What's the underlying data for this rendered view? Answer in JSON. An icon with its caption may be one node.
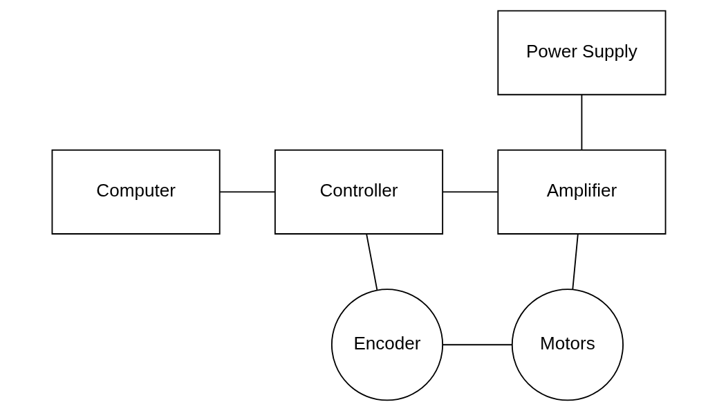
{
  "diagram": {
    "nodes": [
      {
        "text": [
          "Power Supply"
        ]
      },
      {
        "text": [
          "Computer"
        ]
      },
      {
        "text": [
          "Controller"
        ]
      },
      {
        "text": [
          "Amplifier"
        ]
      },
      {
        "text": [
          "Encoder"
        ]
      },
      {
        "text": [
          "Motors"
        ]
      }
    ],
    "edges": [
      {
        "from": 0,
        "to": 3,
        "arrow": "none"
      },
      {
        "from": 1,
        "to": 2,
        "arrow": "none"
      },
      {
        "from": 2,
        "to": 3,
        "arrow": "none"
      },
      {
        "from": 2,
        "to": 4,
        "arrow": "none"
      },
      {
        "from": 3,
        "to": 5,
        "arrow": "none"
      },
      {
        "from": 4,
        "to": 5,
        "arrow": "none"
      }
    ]
  }
}
